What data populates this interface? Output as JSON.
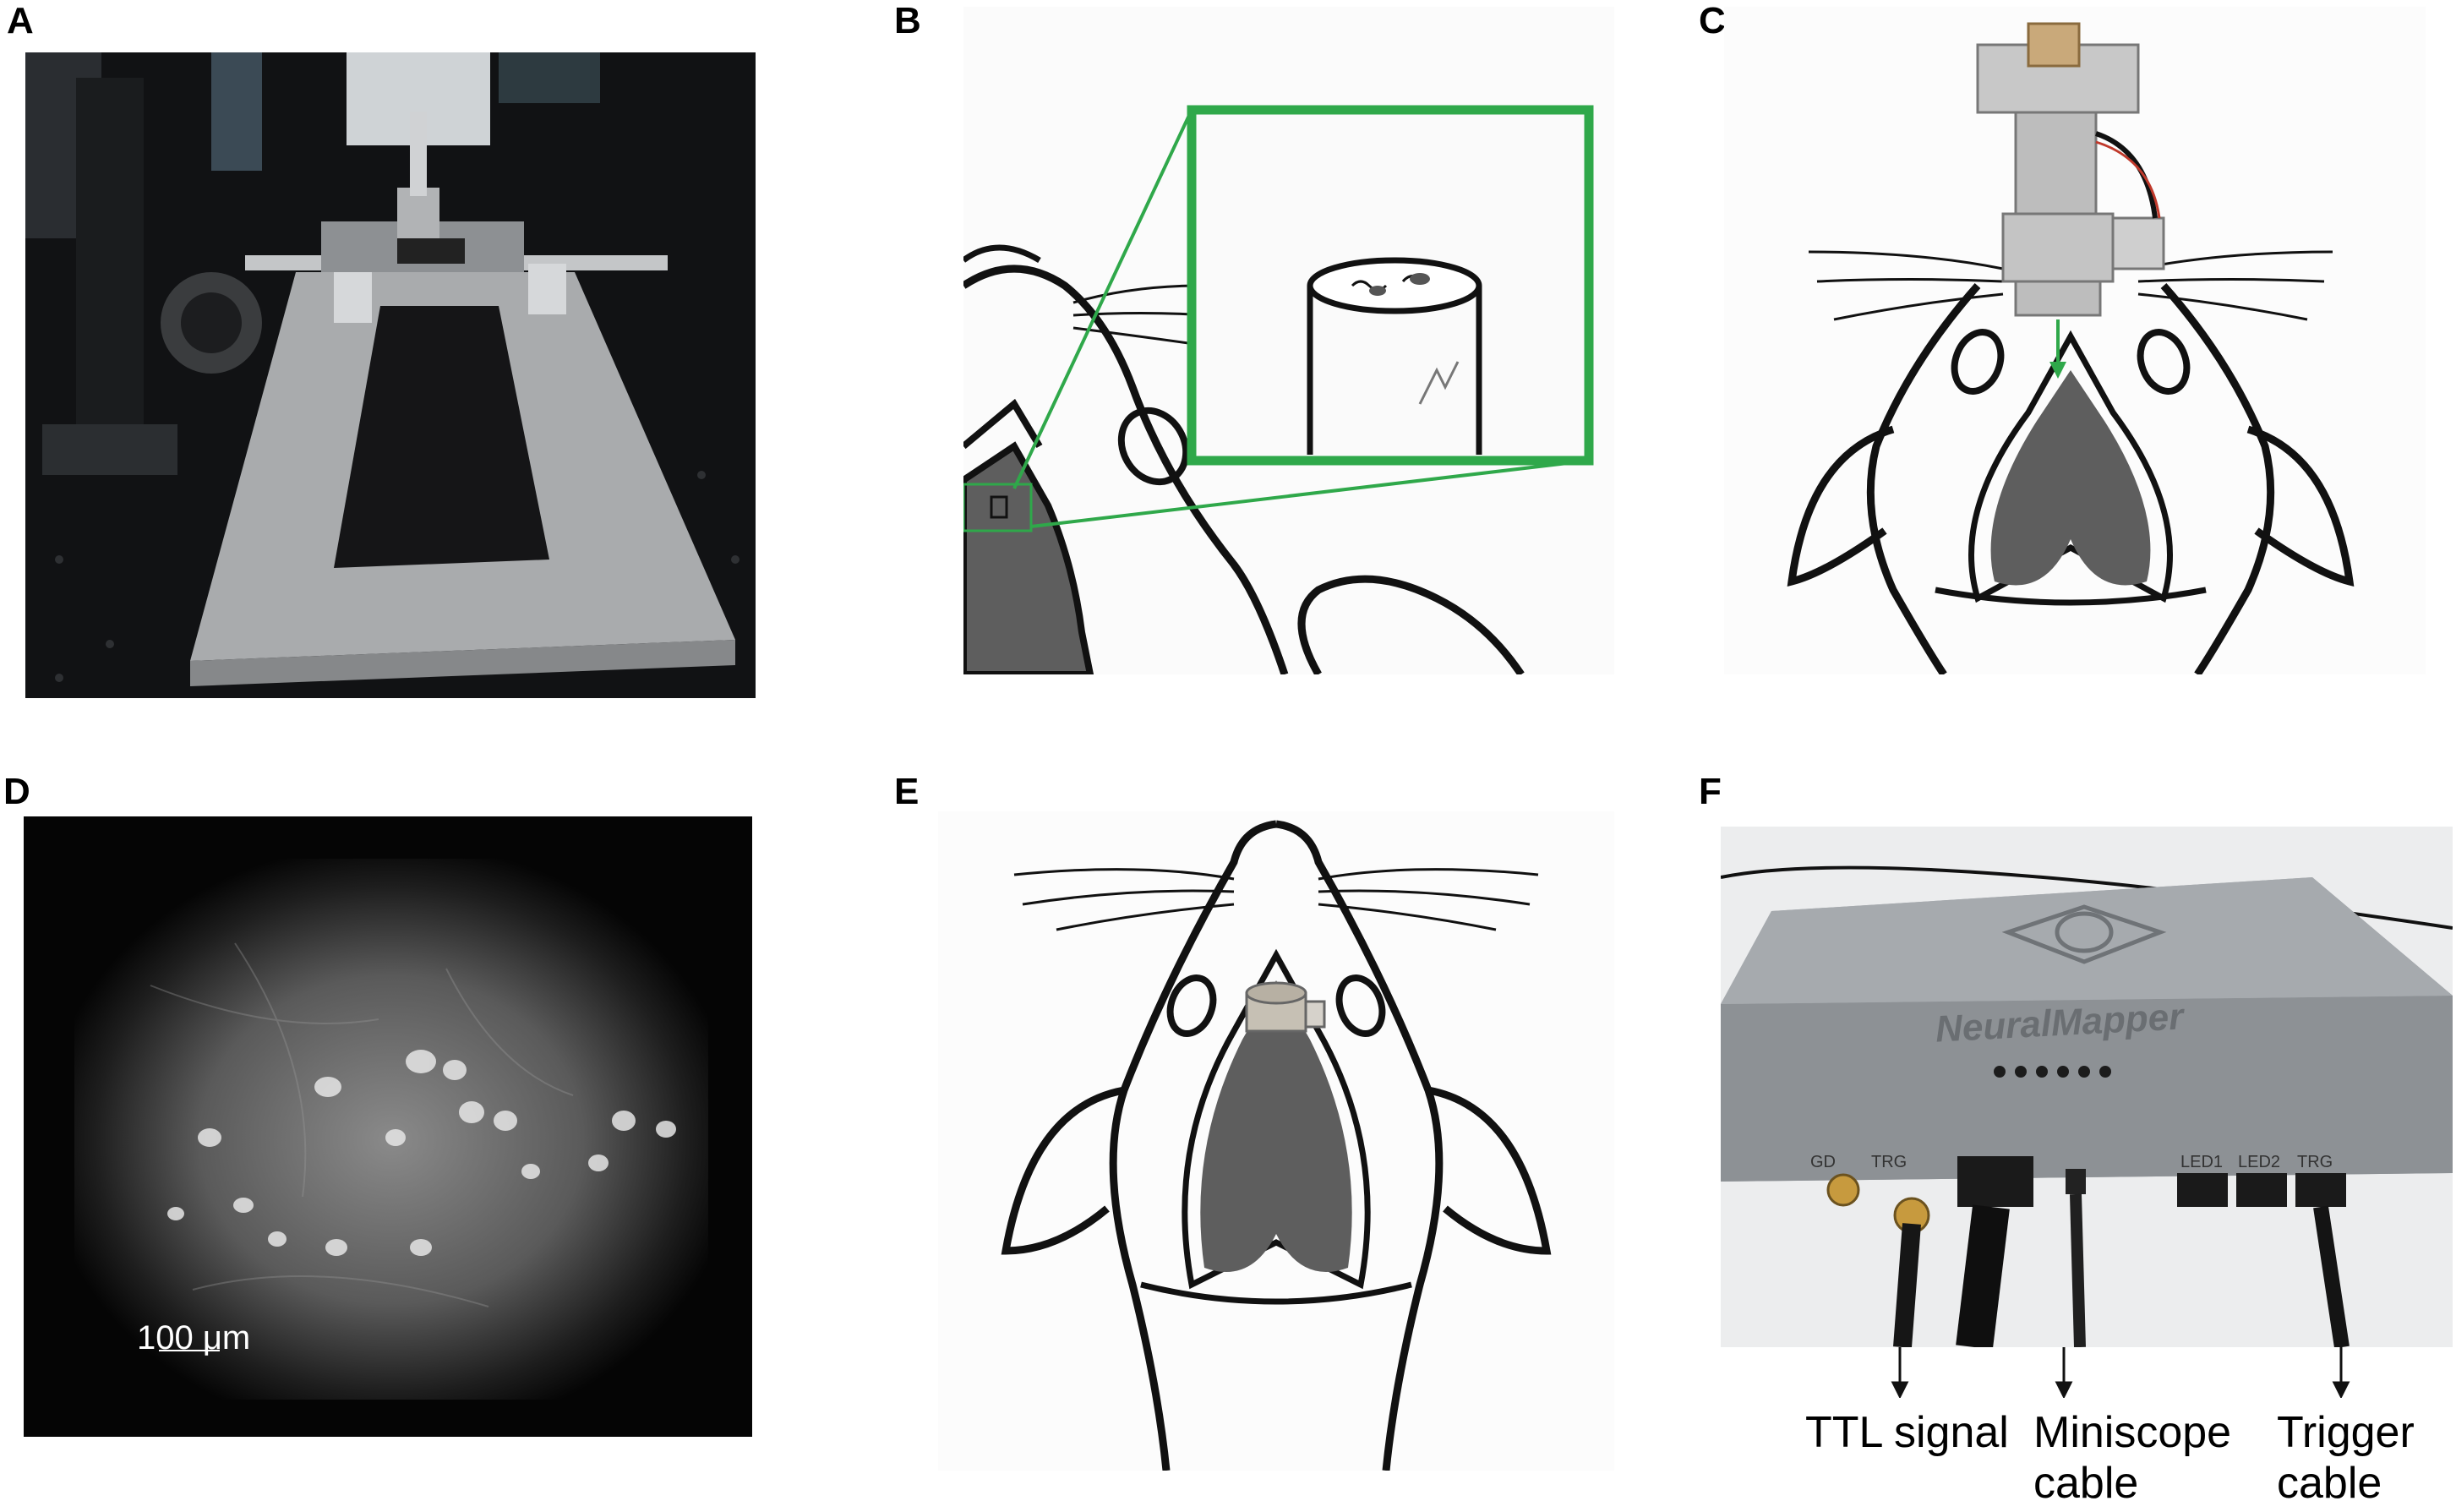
{
  "panels": {
    "a": {
      "label": "A"
    },
    "b": {
      "label": "B"
    },
    "c": {
      "label": "C"
    },
    "d": {
      "label": "D",
      "scale_bar": "100 μm"
    },
    "e": {
      "label": "E"
    },
    "f": {
      "label": "F",
      "brand": "NeuralMapper",
      "port_labels": [
        "GD",
        "TRG",
        "LED1",
        "LED2",
        "TRG"
      ],
      "annotations": [
        "TTL signal",
        "Miniscope\ncable",
        "Trigger\ncable"
      ]
    }
  },
  "colors": {
    "green_box": "#2fa84a",
    "brain": "#5e5e5e",
    "device": "#9a9ea2"
  }
}
